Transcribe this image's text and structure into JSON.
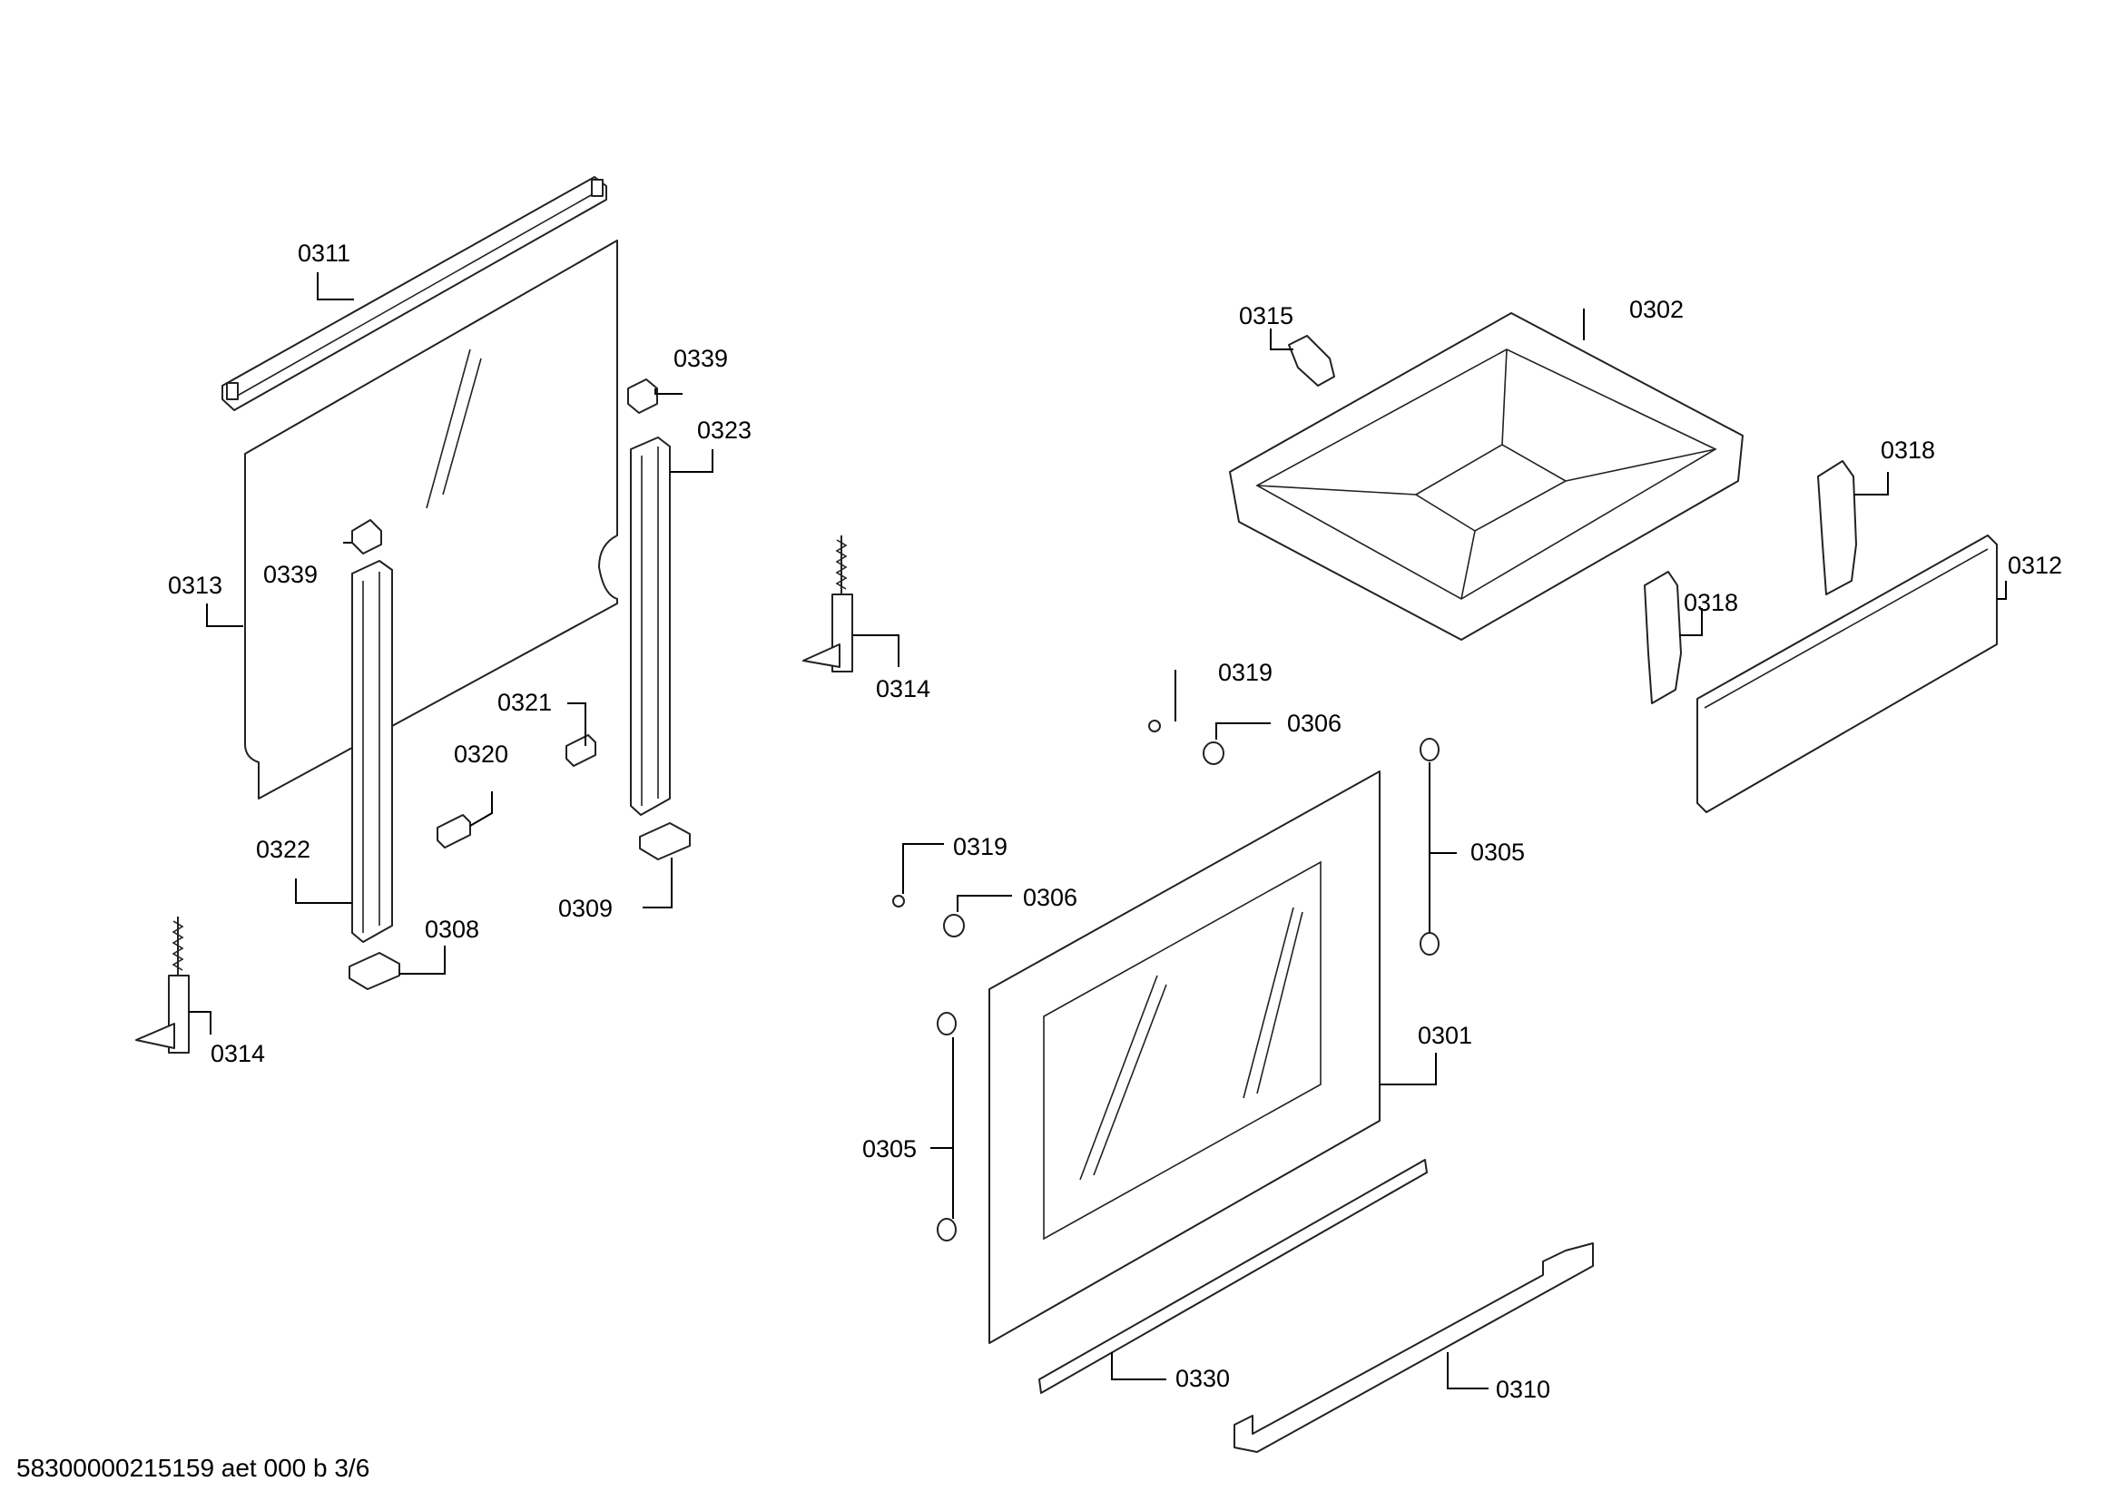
{
  "document_id": "58300000215159 aet 000 b 3/6",
  "labels": [
    {
      "id": "l0311a",
      "text": "0311"
    },
    {
      "id": "l0339a",
      "text": "0339"
    },
    {
      "id": "l0323",
      "text": "0323"
    },
    {
      "id": "l0313",
      "text": "0313"
    },
    {
      "id": "l0339b",
      "text": "0339"
    },
    {
      "id": "l0321",
      "text": "0321"
    },
    {
      "id": "l0320",
      "text": "0320"
    },
    {
      "id": "l0322",
      "text": "0322"
    },
    {
      "id": "l0308",
      "text": "0308"
    },
    {
      "id": "l0309",
      "text": "0309"
    },
    {
      "id": "l0314a",
      "text": "0314"
    },
    {
      "id": "l0314b",
      "text": "0314"
    },
    {
      "id": "l0315",
      "text": "0315"
    },
    {
      "id": "l0302",
      "text": "0302"
    },
    {
      "id": "l0318a",
      "text": "0318"
    },
    {
      "id": "l0318b",
      "text": "0318"
    },
    {
      "id": "l0312",
      "text": "0312"
    },
    {
      "id": "l0319a",
      "text": "0319"
    },
    {
      "id": "l0306a",
      "text": "0306"
    },
    {
      "id": "l0319b",
      "text": "0319"
    },
    {
      "id": "l0306b",
      "text": "0306"
    },
    {
      "id": "l0305a",
      "text": "0305"
    },
    {
      "id": "l0301",
      "text": "0301"
    },
    {
      "id": "l0305b",
      "text": "0305"
    },
    {
      "id": "l0330",
      "text": "0330"
    },
    {
      "id": "l0310",
      "text": "0310"
    }
  ]
}
